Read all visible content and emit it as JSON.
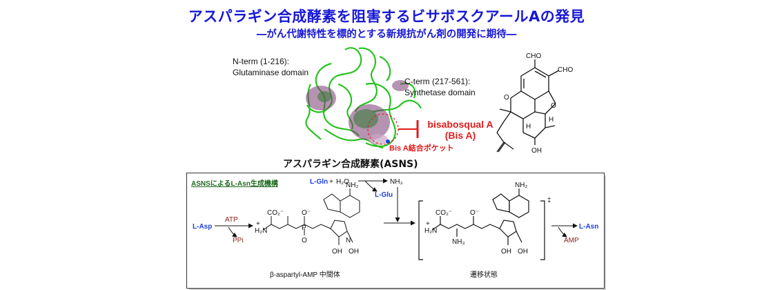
{
  "header": {
    "title": "アスパラギン合成酵素を阻害するビサボスクアールAの発見",
    "subtitle": "―がん代謝特性を標的とする新規抗がん剤の開発に期待―"
  },
  "protein": {
    "nterm_line1": "N-term (1-216):",
    "nterm_line2": "Glutaminase domain",
    "cterm_line1": "C-term (217-561):",
    "cterm_line2": "Synthetase domain",
    "pocket_label": "Bis A結合ポケット",
    "enzyme_name": "アスパラギン合成酵素(ASNS)"
  },
  "compound": {
    "name": "bisabosqual A",
    "abbr": "(Bis A)",
    "cho1": "CHO",
    "cho2": "CHO",
    "oh": "OH",
    "o1": "O",
    "o2": "O",
    "h1": "H",
    "h2": "H"
  },
  "mechanism": {
    "heading": "ASNSによるL-Asn生成機構",
    "lgln": "L-Gln",
    "plus": "+",
    "h2o": "H₂O",
    "nh3": "NH₃",
    "lglu": "L-Glu",
    "lasp": "L-Asp",
    "atp": "ATP",
    "ppi": "PPi",
    "amp": "AMP",
    "lasn": "L-Asn",
    "intermediate": "β-aspartyl-AMP 中間体",
    "ts": "遷移状態",
    "dagger": "‡",
    "nh2": "NH₂",
    "co2": "CO₂⁻",
    "h2n": "H₂N",
    "plus_charge": "+",
    "o": "O",
    "ominus": "O⁻",
    "p": "P",
    "n": "N",
    "oh": "OH",
    "nh3b": "NH₃"
  }
}
